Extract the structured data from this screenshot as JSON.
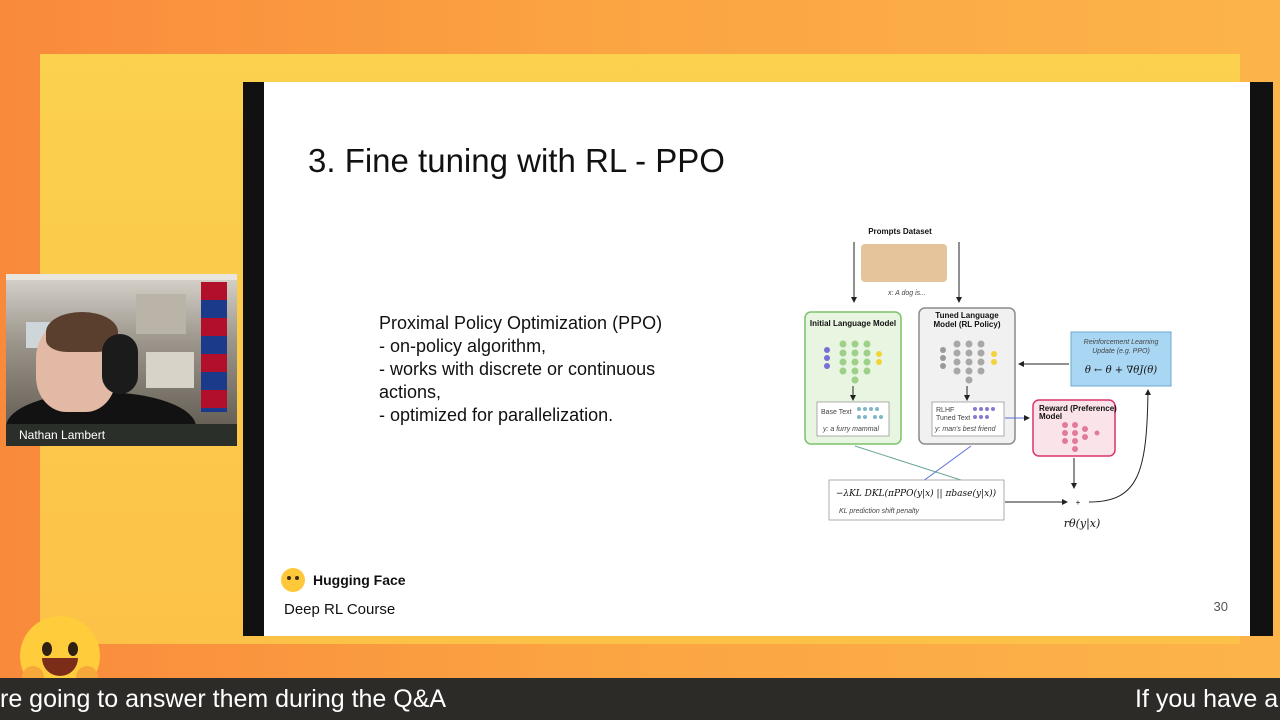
{
  "slide": {
    "title": "3. Fine tuning with RL - PPO",
    "bullets": [
      "Proximal Policy Optimization (PPO)",
      "- on-policy algorithm,",
      "- works with discrete or continuous actions,",
      "- optimized for parallelization."
    ],
    "brand_name": "Hugging Face",
    "course": "Deep RL Course",
    "page_number": "30"
  },
  "diagram": {
    "prompts_dataset": "Prompts Dataset",
    "prompt_example": "x: A dog is...",
    "initial_lm": "Initial Language Model",
    "tuned_lm_line1": "Tuned Language",
    "tuned_lm_line2": "Model (RL Policy)",
    "base_text": "Base Text",
    "base_output": "y: a furry mammal",
    "rlhf_text_line1": "RLHF",
    "rlhf_text_line2": "Tuned Text",
    "rlhf_output": "y: man's best friend",
    "rl_update_line1": "Reinforcement Learning",
    "rl_update_line2": "Update (e.g. PPO)",
    "rl_update_formula": "θ ← θ + ∇θJ(θ)",
    "reward_model_line1": "Reward (Preference)",
    "reward_model_line2": "Model",
    "kl_formula": "−λKL DKL(πPPO(y|x) || πbase(y|x))",
    "kl_caption": "KL prediction shift penalty",
    "plus": "+",
    "reward_output": "rθ(y|x)"
  },
  "webcam": {
    "speaker_name": "Nathan Lambert"
  },
  "ticker": {
    "text_left": "re going to answer them during the Q&A",
    "text_right": "If you have a"
  },
  "colors": {
    "initial_lm_border": "#7ac36a",
    "tuned_lm_border": "#8a8a8a",
    "rl_update_fill": "#a9d6f2",
    "reward_model_border": "#d9346b",
    "ticker_bg": "#2c2b28"
  }
}
